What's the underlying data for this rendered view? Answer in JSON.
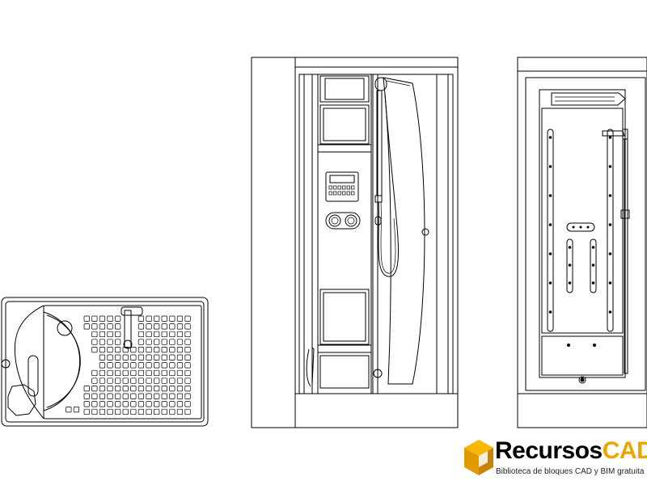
{
  "brand": {
    "name_part1": "Recursos",
    "name_part2": "CAD",
    "tagline": "Biblioteca de bloques CAD y BIM gratuita",
    "accent_color": "#f0a400",
    "logo_icon": "isometric-cube-icon"
  },
  "views": [
    {
      "id": "plan-view",
      "label": ""
    },
    {
      "id": "front-elevation",
      "label": ""
    },
    {
      "id": "side-elevation",
      "label": ""
    }
  ]
}
